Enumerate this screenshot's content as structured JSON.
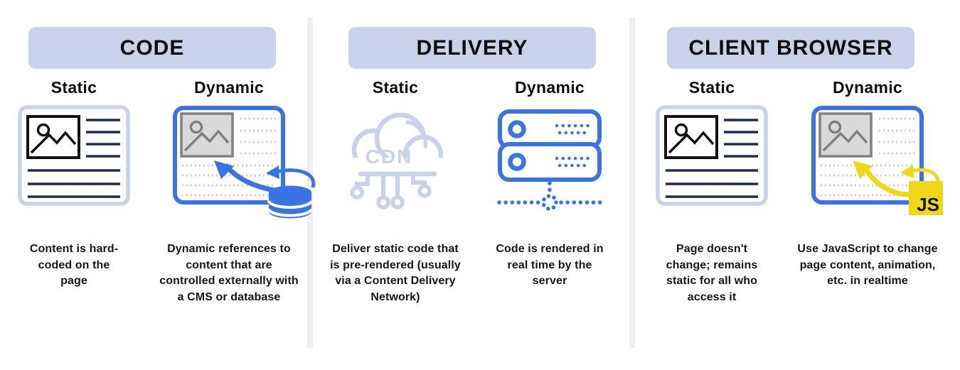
{
  "title": "Static vs Dynamic: Code, Delivery, Client Browser",
  "colors": {
    "header_bg": "#C8D3EA",
    "accent_blue": "#3A74E4",
    "navy_lines": "#1F2B4D",
    "image_placeholder_gray": "#D9D9D9",
    "dotted_gray": "#CFCFCF",
    "js_yellow": "#F0D818",
    "divider_gray": "#EFEFEF"
  },
  "icons": {
    "cdn_label": "CDN",
    "js_label": "JS"
  },
  "sections": [
    {
      "header": "CODE",
      "columns": [
        {
          "label": "Static",
          "icon": "static-page-icon",
          "caption": "Content is hard-coded on the page"
        },
        {
          "label": "Dynamic",
          "icon": "dynamic-page-database-icon",
          "caption": "Dynamic references to content that are controlled externally with a CMS or database"
        }
      ]
    },
    {
      "header": "DELIVERY",
      "columns": [
        {
          "label": "Static",
          "icon": "cdn-cloud-icon",
          "caption": "Deliver static code that is pre-rendered (usually via a Content Delivery Network)"
        },
        {
          "label": "Dynamic",
          "icon": "server-icon",
          "caption": "Code is rendered in real time by the server"
        }
      ]
    },
    {
      "header": "CLIENT BROWSER",
      "columns": [
        {
          "label": "Static",
          "icon": "static-page-icon",
          "caption": "Page doesn't change; remains static for all who access it"
        },
        {
          "label": "Dynamic",
          "icon": "dynamic-page-javascript-icon",
          "caption": "Use JavaScript to change page content, animation, etc. in realtime"
        }
      ]
    }
  ]
}
